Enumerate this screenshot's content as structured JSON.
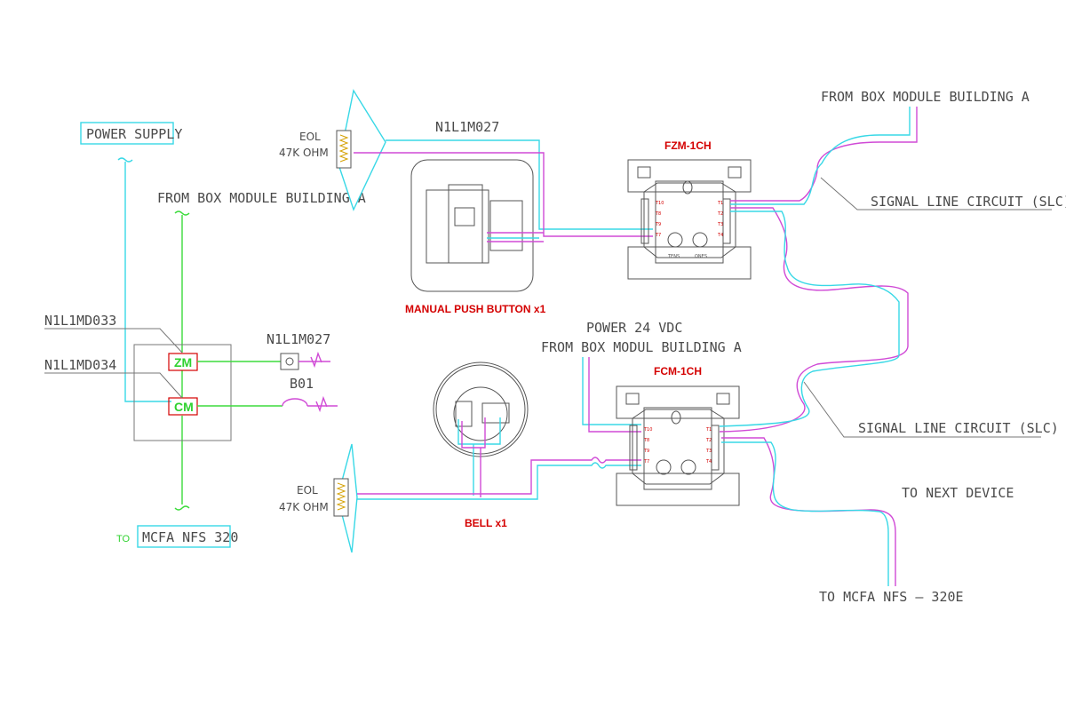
{
  "labels": {
    "power_supply": "POWER SUPPLY",
    "from_box_left": "FROM BOX MODULE BUILDING A",
    "from_box_top_right": "FROM BOX MODULE BUILDING A",
    "n1l1md033": "N1L1MD033",
    "n1l1md034": "N1L1MD034",
    "zm": "ZM",
    "cm": "CM",
    "n1l1m027_left": "N1L1M027",
    "b01": "B01",
    "to_prefix": "TO",
    "mcfa_nfs_320": "MCFA NFS 320",
    "eol_top_1": "EOL",
    "eol_top_2": "47K OHM",
    "eol_bottom_1": "EOL",
    "eol_bottom_2": "47K OHM",
    "n1l1m027_top": "N1L1M027",
    "manual_push_button": "MANUAL PUSH BUTTON x1",
    "fzm": "FZM-1CH",
    "fcm": "FCM-1CH",
    "power_24vdc": "POWER 24 VDC",
    "from_box_modul": "FROM BOX MODUL BUILDING A",
    "slc_top": "SIGNAL LINE CIRCUIT (SLC)",
    "slc_bottom": "SIGNAL LINE CIRCUIT (SLC)",
    "to_next_device": "TO NEXT DEVICE",
    "to_mcfa_320e": "TO MCFA NFS – 320E",
    "bell": "BELL x1"
  },
  "colors": {
    "cyan_wire": "#38d8e6",
    "magenta_wire": "#d04ad6",
    "green_wire": "#3ddc3d",
    "red_text": "#d40000",
    "label_gray": "#4a4a4a"
  }
}
